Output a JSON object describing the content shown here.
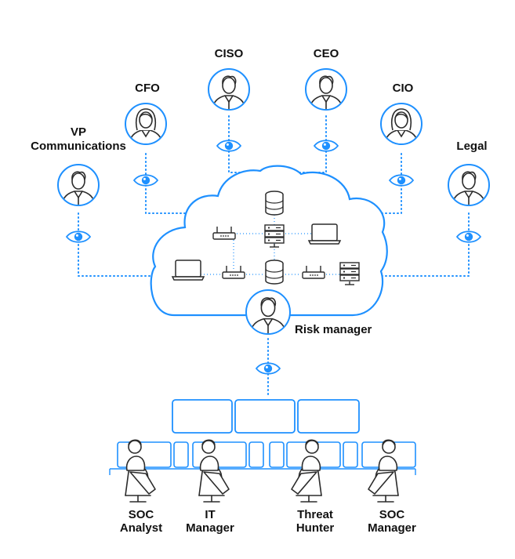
{
  "colors": {
    "accent": "#1e90ff",
    "ink": "#2b2b2b",
    "text": "#111111",
    "background": "#ffffff"
  },
  "stakeholders": [
    {
      "id": "vp",
      "label": "VP Communications",
      "label_line1": "VP",
      "label_line2": "Communications",
      "icon": "person-avatar-icon"
    },
    {
      "id": "cfo",
      "label": "CFO",
      "icon": "person-avatar-female-icon"
    },
    {
      "id": "ciso",
      "label": "CISO",
      "icon": "person-avatar-icon"
    },
    {
      "id": "ceo",
      "label": "CEO",
      "icon": "person-avatar-icon"
    },
    {
      "id": "cio",
      "label": "CIO",
      "icon": "person-avatar-female-icon"
    },
    {
      "id": "legal",
      "label": "Legal",
      "icon": "person-avatar-icon"
    }
  ],
  "risk_manager": {
    "label": "Risk manager",
    "icon": "person-avatar-icon"
  },
  "soc_staff": [
    {
      "id": "soc-analyst",
      "line1": "SOC",
      "line2": "Analyst"
    },
    {
      "id": "it-manager",
      "line1": "IT",
      "line2": "Manager"
    },
    {
      "id": "threat-hunter",
      "line1": "Threat",
      "line2": "Hunter"
    },
    {
      "id": "soc-manager",
      "line1": "SOC",
      "line2": "Manager"
    }
  ],
  "icons": {
    "visibility": "eye-icon",
    "network": [
      "server-icon",
      "router-icon",
      "laptop-icon"
    ],
    "workstation": "seated-person-at-desk-icon",
    "wall": "monitor-wall-icon"
  }
}
